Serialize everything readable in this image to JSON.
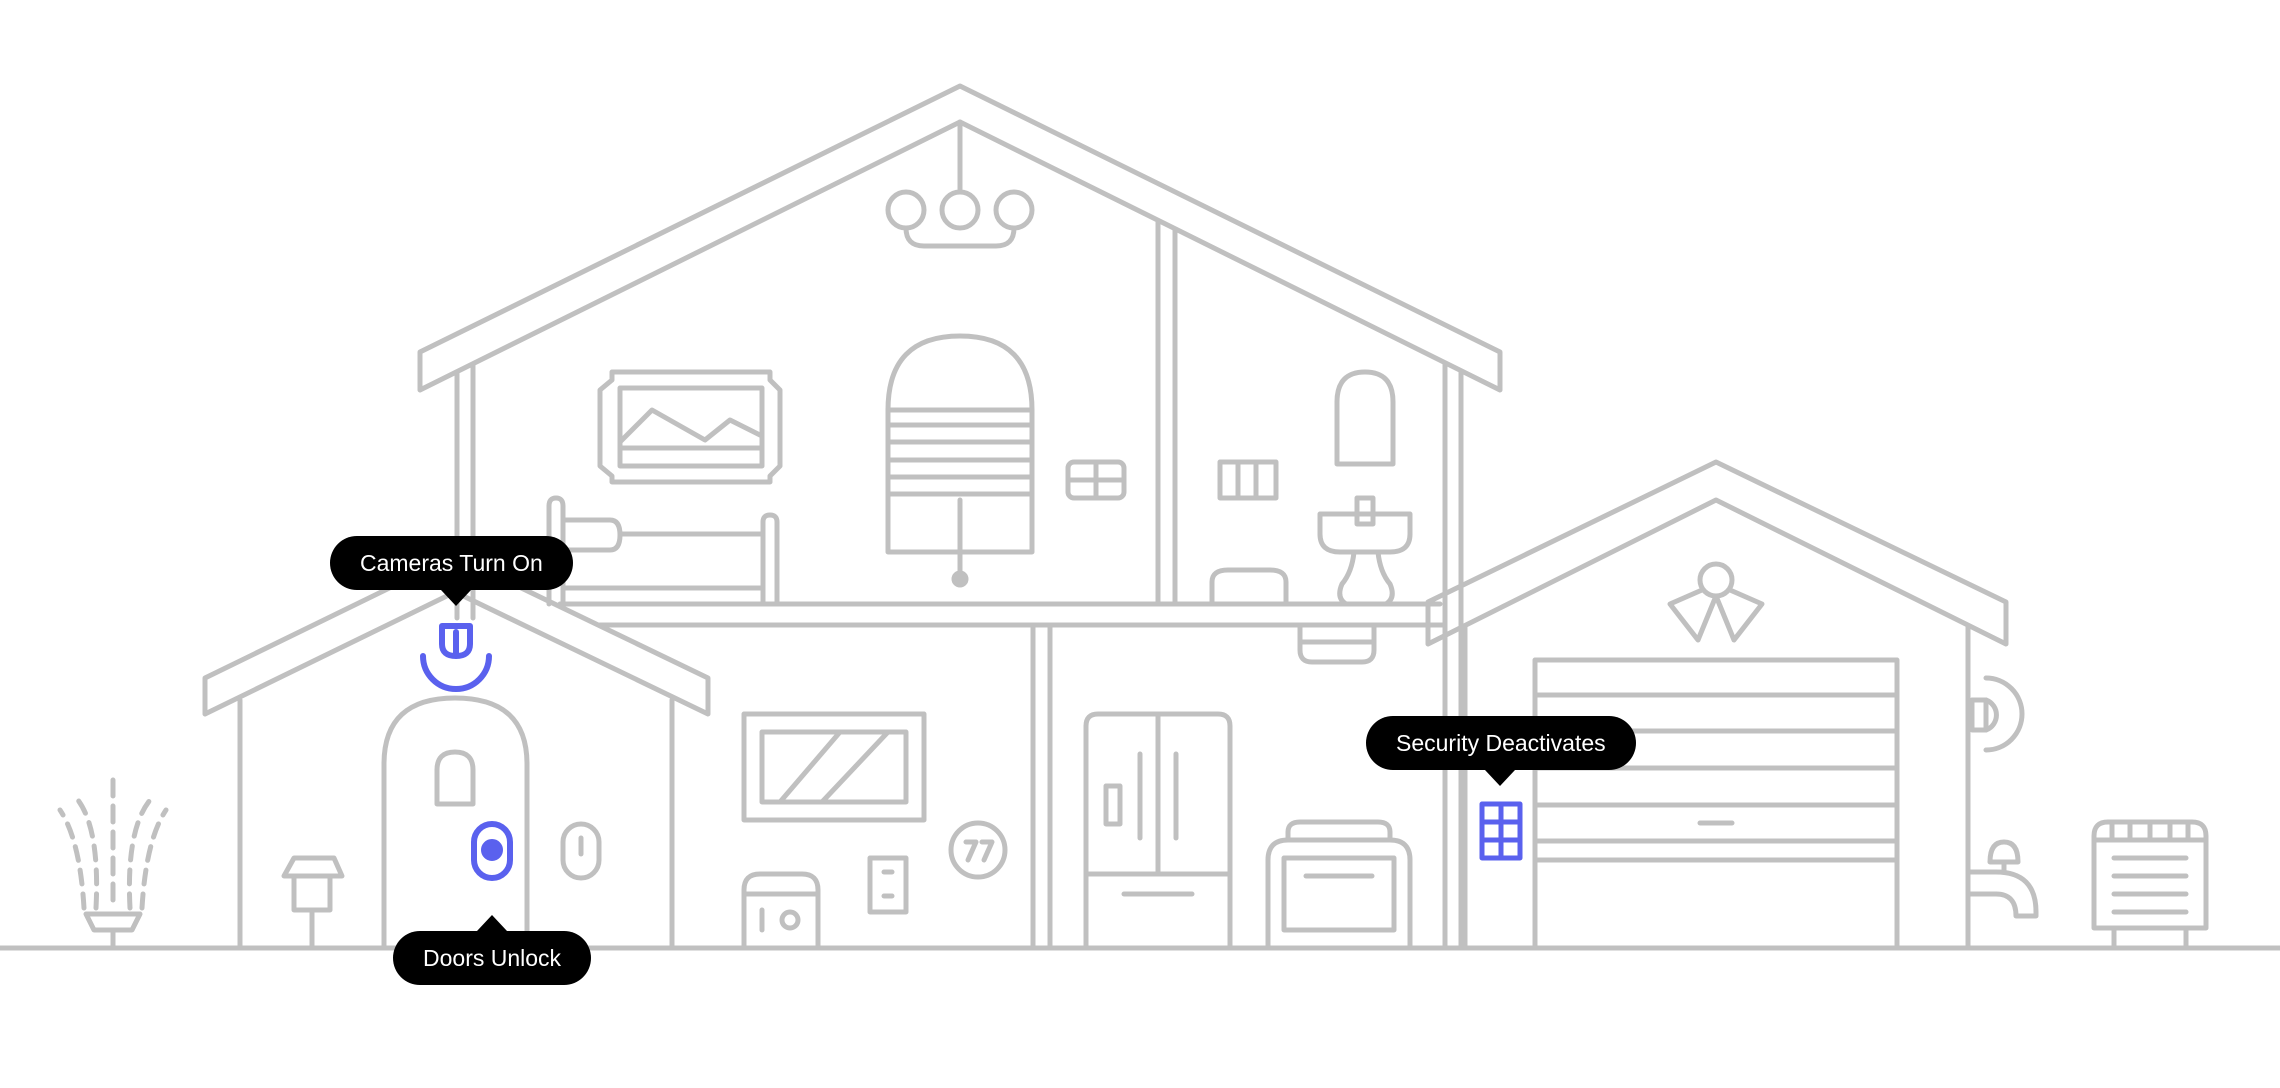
{
  "colors": {
    "line": "#c0c0c0",
    "accent": "#5a61ee",
    "tooltip_bg": "#000000",
    "tooltip_text": "#ffffff",
    "background": "#ffffff"
  },
  "icons": {
    "camera": "security-camera-icon",
    "door_lock": "smart-lock-icon",
    "keypad": "security-keypad-icon"
  },
  "callouts": {
    "cameras": "Cameras Turn On",
    "doors": "Doors Unlock",
    "security": "Security Deactivates"
  }
}
